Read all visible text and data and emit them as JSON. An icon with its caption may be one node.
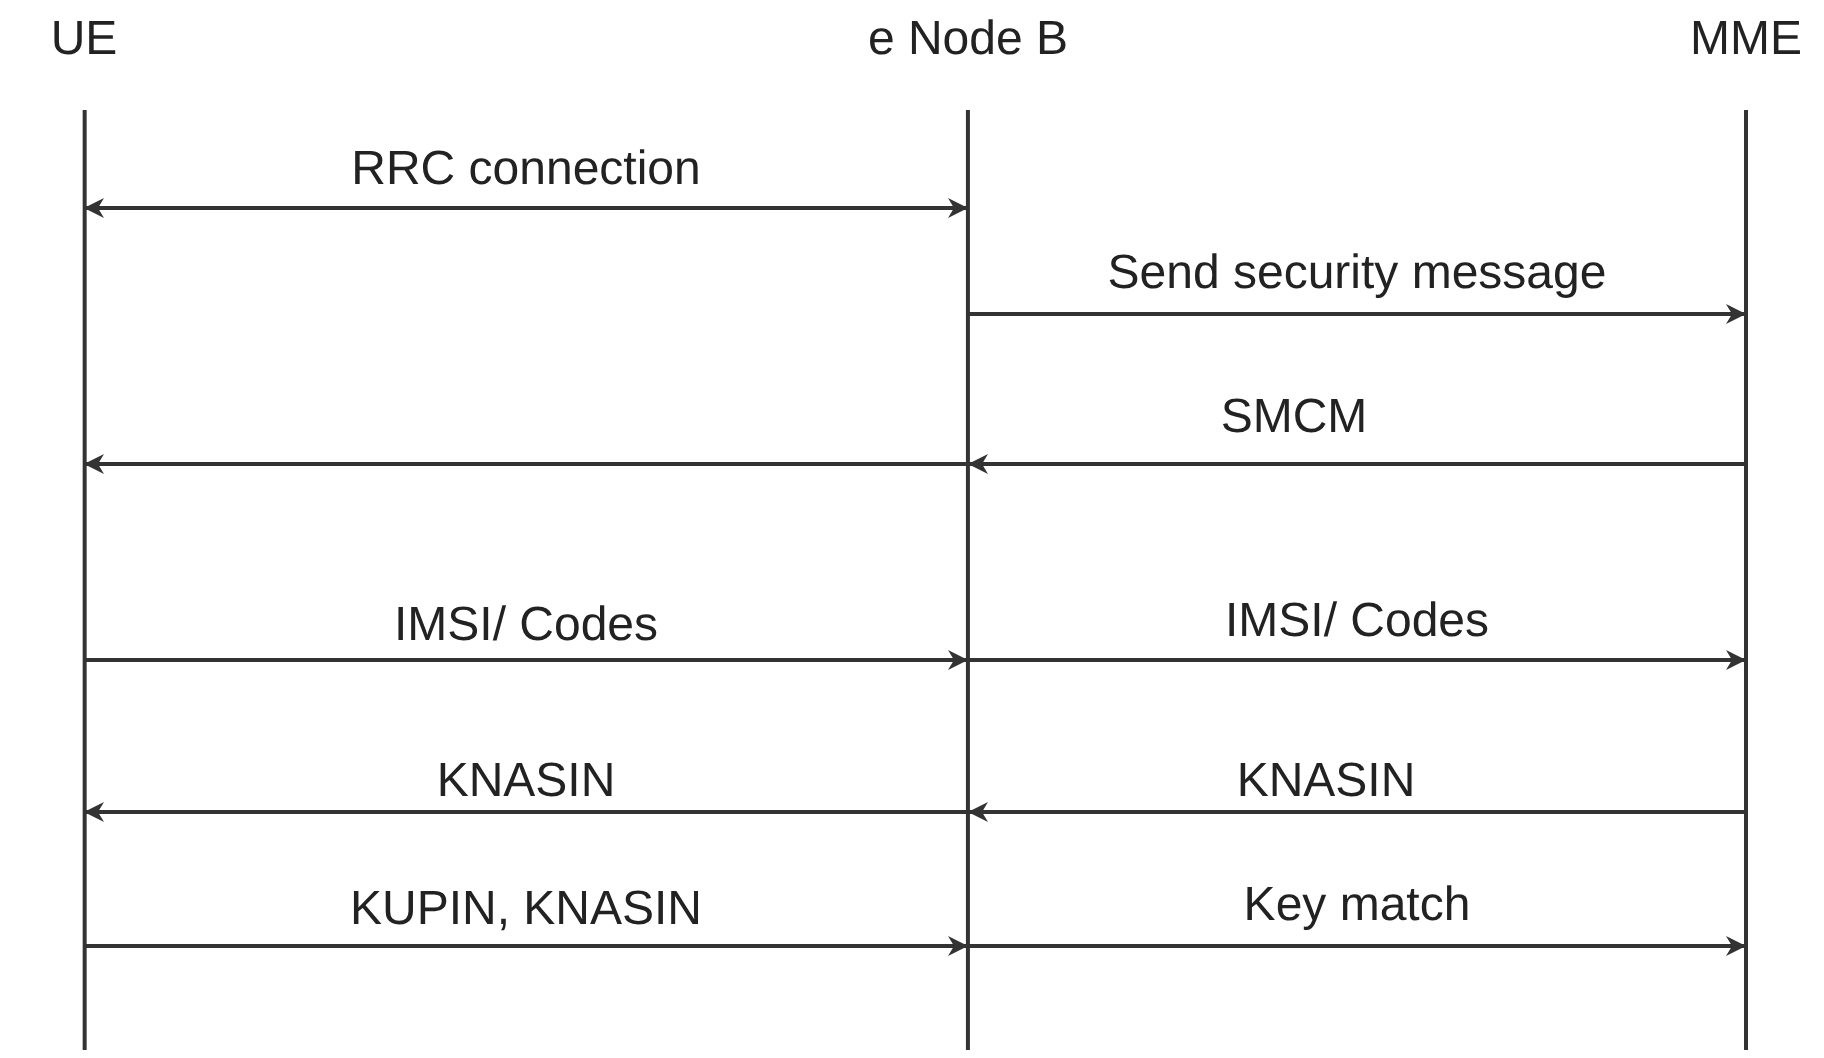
{
  "diagram": {
    "nodes": [
      {
        "text": [
          "UE"
        ]
      },
      {
        "text": [
          "e Node B"
        ]
      },
      {
        "text": [
          "MME"
        ]
      }
    ],
    "edges": [
      {
        "from": 0,
        "to": 1,
        "arrow": "both",
        "label": "RRC connection"
      },
      {
        "from": 1,
        "to": 2,
        "arrow": "to",
        "label": "Send security message"
      },
      {
        "from": 2,
        "to": 1,
        "arrow": "to",
        "label": "SMCM"
      },
      {
        "from": 1,
        "to": 0,
        "arrow": "to"
      },
      {
        "from": 0,
        "to": 1,
        "arrow": "to",
        "label": "IMSI/ Codes"
      },
      {
        "from": 1,
        "to": 2,
        "arrow": "to",
        "label": "IMSI/ Codes"
      },
      {
        "from": 2,
        "to": 1,
        "arrow": "to",
        "label": "KNASIN"
      },
      {
        "from": 1,
        "to": 0,
        "arrow": "to",
        "label": "KNASIN"
      },
      {
        "from": 0,
        "to": 1,
        "arrow": "to",
        "label": "KUPIN, KNASIN"
      },
      {
        "from": 1,
        "to": 2,
        "arrow": "to",
        "label": "Key match"
      }
    ]
  }
}
